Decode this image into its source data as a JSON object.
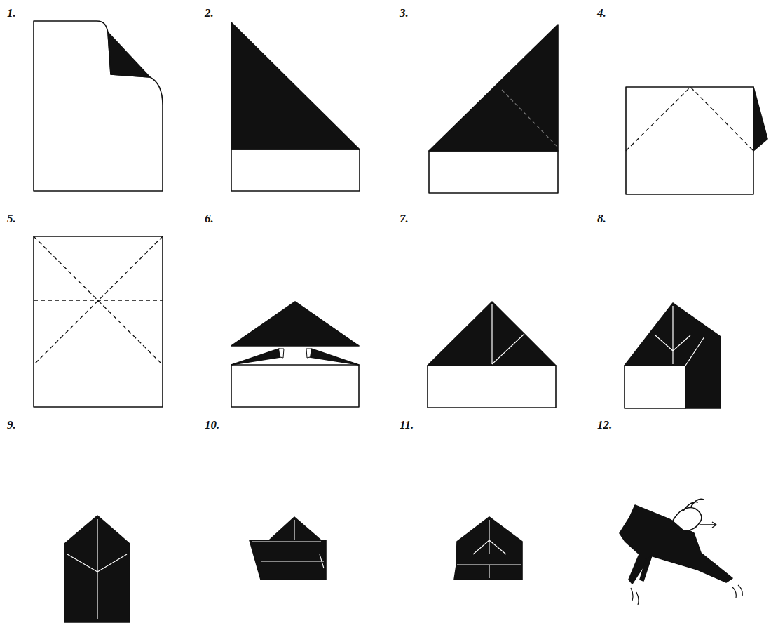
{
  "diagram": {
    "labels": [
      "1.",
      "2.",
      "3.",
      "4.",
      "5.",
      "6.",
      "7.",
      "8.",
      "9.",
      "10.",
      "11.",
      "12."
    ]
  }
}
